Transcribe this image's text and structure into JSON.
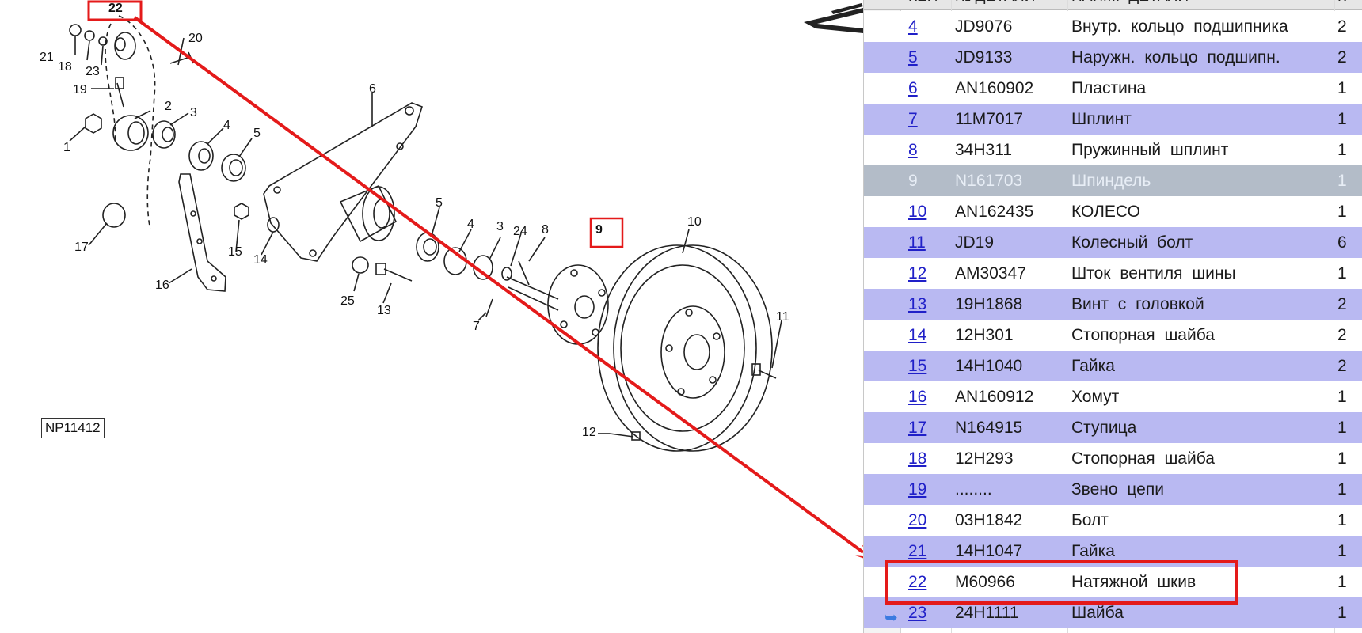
{
  "diagram": {
    "code": "NP11412",
    "callouts": [
      "22",
      "20",
      "21",
      "18",
      "23",
      "19",
      "1",
      "2",
      "3",
      "4",
      "5",
      "6",
      "17",
      "15",
      "14",
      "16",
      "5",
      "4",
      "3",
      "24",
      "8",
      "9",
      "10",
      "25",
      "13",
      "7",
      "11",
      "12"
    ]
  },
  "table": {
    "headers": {
      "key": "КЕЙ",
      "part_no": "№ ДЕТАЛИ",
      "name": "НАИМ. ДЕТАЛИ",
      "qty": "К"
    },
    "rows": [
      {
        "key": "4",
        "part_no": "JD9076",
        "name": "Внутр. кольцо подшипника",
        "qty": "2"
      },
      {
        "key": "5",
        "part_no": "JD9133",
        "name": "Наружн. кольцо подшипн.",
        "qty": "2"
      },
      {
        "key": "6",
        "part_no": "AN160902",
        "name": "Пластина",
        "qty": "1"
      },
      {
        "key": "7",
        "part_no": "11M7017",
        "name": "Шплинт",
        "qty": "1"
      },
      {
        "key": "8",
        "part_no": "34H311",
        "name": "Пружинный шплинт",
        "qty": "1"
      },
      {
        "key": "9",
        "part_no": "N161703",
        "name": "Шпиндель",
        "qty": "1"
      },
      {
        "key": "10",
        "part_no": "AN162435",
        "name": "КОЛЕСО",
        "qty": "1"
      },
      {
        "key": "11",
        "part_no": "JD19",
        "name": "Колесный болт",
        "qty": "6"
      },
      {
        "key": "12",
        "part_no": "AM30347",
        "name": "Шток вентиля шины",
        "qty": "1"
      },
      {
        "key": "13",
        "part_no": "19H1868",
        "name": "Винт с головкой",
        "qty": "2"
      },
      {
        "key": "14",
        "part_no": "12H301",
        "name": "Стопорная шайба",
        "qty": "2"
      },
      {
        "key": "15",
        "part_no": "14H1040",
        "name": "Гайка",
        "qty": "2"
      },
      {
        "key": "16",
        "part_no": "AN160912",
        "name": "Хомут",
        "qty": "1"
      },
      {
        "key": "17",
        "part_no": "N164915",
        "name": "Ступица",
        "qty": "1"
      },
      {
        "key": "18",
        "part_no": "12H293",
        "name": "Стопорная шайба",
        "qty": "1"
      },
      {
        "key": "19",
        "part_no": "........",
        "name": "Звено цепи",
        "qty": "1"
      },
      {
        "key": "20",
        "part_no": "03H1842",
        "name": "Болт",
        "qty": "1"
      },
      {
        "key": "21",
        "part_no": "14H1047",
        "name": "Гайка",
        "qty": "1"
      },
      {
        "key": "22",
        "part_no": "M60966",
        "name": "Натяжной шкив",
        "qty": "1"
      },
      {
        "key": "23",
        "part_no": "24H1111",
        "name": "Шайба",
        "qty": "1"
      }
    ]
  },
  "colors": {
    "highlight": "#e41a1a",
    "row_alt": "#b9b9f2",
    "row_selected": "#b3bcc8",
    "link": "#2020c8"
  }
}
